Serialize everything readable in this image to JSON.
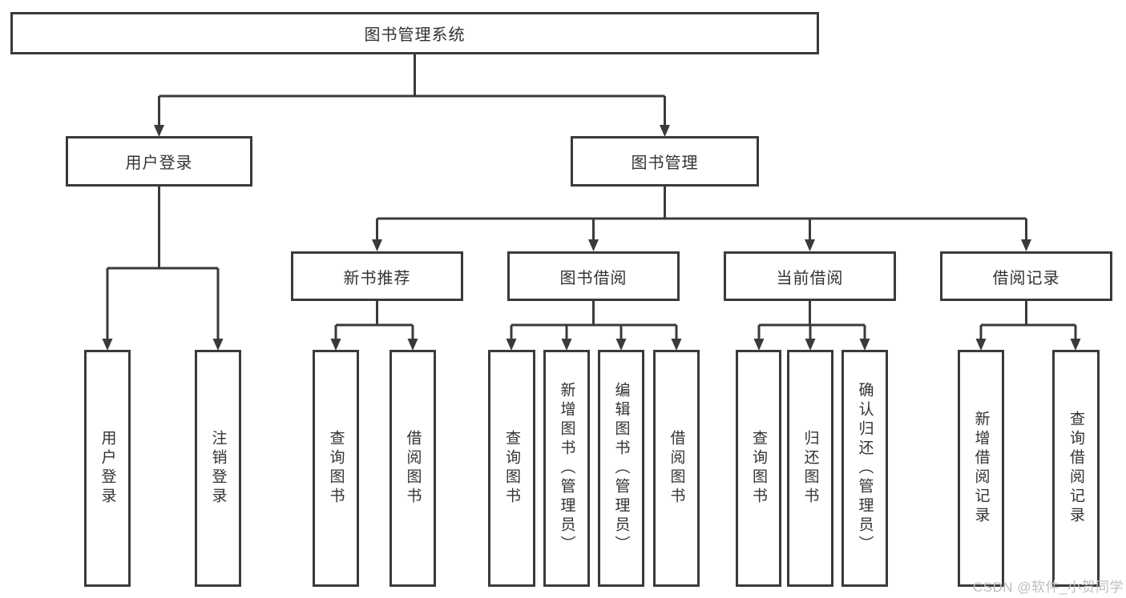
{
  "tree": {
    "root": "图书管理系统",
    "branches": [
      {
        "label": "用户登录",
        "children": [
          "用户登录",
          "注销登录"
        ]
      },
      {
        "label": "图书管理",
        "groups": [
          {
            "label": "新书推荐",
            "children": [
              "查询图书",
              "借阅图书"
            ]
          },
          {
            "label": "图书借阅",
            "children": [
              "查询图书",
              "新增图书（管理员）",
              "编辑图书（管理员）",
              "借阅图书"
            ]
          },
          {
            "label": "当前借阅",
            "children": [
              "查询图书",
              "归还图书",
              "确认归还（管理员）"
            ]
          },
          {
            "label": "借阅记录",
            "children": [
              "新增借阅记录",
              "查询借阅记录"
            ]
          }
        ]
      }
    ]
  },
  "colors": {
    "line": "#3a3a3a",
    "text": "#333333",
    "box_background": "#ffffff",
    "watermark_text": "#b9bdc3"
  },
  "watermark": "CSDN @软件_小贺同学"
}
